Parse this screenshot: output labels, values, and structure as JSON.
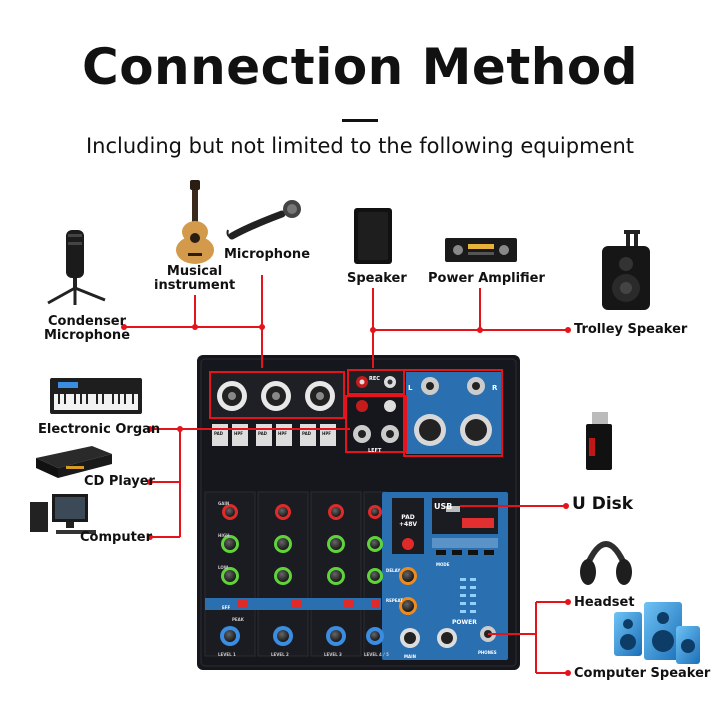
{
  "header": {
    "title": "Connection Method",
    "subtitle": "Including but not limited to the following equipment"
  },
  "devices": {
    "condenser_microphone": "Condenser\nMicrophone",
    "musical_instrument": "Musical\ninstrument",
    "microphone": "Microphone",
    "speaker": "Speaker",
    "power_amplifier": "Power Amplifier",
    "trolley_speaker": "Trolley Speaker",
    "electronic_organ": "Electronic Organ",
    "cd_player": "CD Player",
    "computer": "Computer",
    "u_disk": "U Disk",
    "headset": "Headset",
    "computer_speaker": "Computer Speaker"
  },
  "mixer": {
    "usb_label": "USB",
    "pad_label": "PAD\n+48V",
    "rec_label": "REC",
    "left_label": "LEFT",
    "l_label": "L",
    "r_label": "R",
    "power_label": "POWER",
    "phones_label": "PHONES",
    "main_label": "MAIN",
    "delay_label": "DELAY",
    "repeat_label": "REPEAT",
    "mode_label": "MODE",
    "strip_labels": [
      "GAIN",
      "HIGH",
      "LOW",
      "EFF",
      "PEAK",
      "LEVEL"
    ],
    "channel_levels": [
      "LEVEL 1",
      "LEVEL 2",
      "LEVEL 3",
      "LEVEL 4 / 5"
    ],
    "sw_labels": [
      "PAD",
      "HPF",
      "PAD",
      "HPF",
      "PAD",
      "HPF"
    ]
  },
  "colors": {
    "connector_line": "#e5131b",
    "mixer_body": "#16171c",
    "mixer_blue": "#2a6fb0",
    "knob_red": "#e02a2a",
    "knob_green": "#5ed43a",
    "knob_blue": "#3a8de0",
    "knob_orange": "#f08a1c"
  },
  "icons": {
    "condenser_microphone": "condenser-microphone-icon",
    "guitar": "acoustic-guitar-icon",
    "microphone": "handheld-microphone-icon",
    "speaker": "bookshelf-speaker-icon",
    "power_amplifier": "power-amplifier-icon",
    "trolley_speaker": "trolley-speaker-icon",
    "electronic_organ": "keyboard-icon",
    "cd_player": "cd-player-icon",
    "computer": "desktop-computer-icon",
    "u_disk": "usb-flash-drive-icon",
    "headset": "headphones-icon",
    "computer_speaker": "computer-speaker-icon"
  }
}
